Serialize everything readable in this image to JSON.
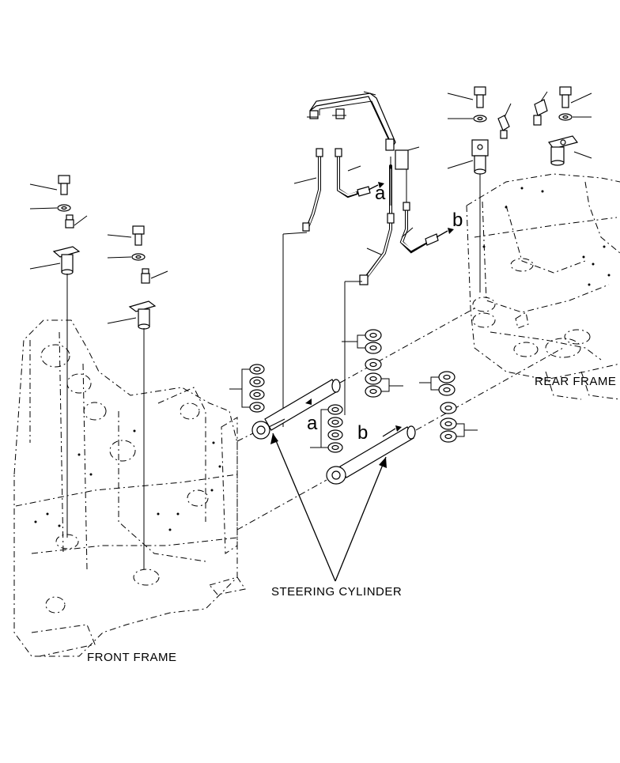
{
  "labels": {
    "front_frame": "FRONT FRAME",
    "rear_frame": "REAR FRAME",
    "steering_cylinder": "STEERING CYLINDER",
    "marker_a": "a",
    "marker_b": "b"
  }
}
